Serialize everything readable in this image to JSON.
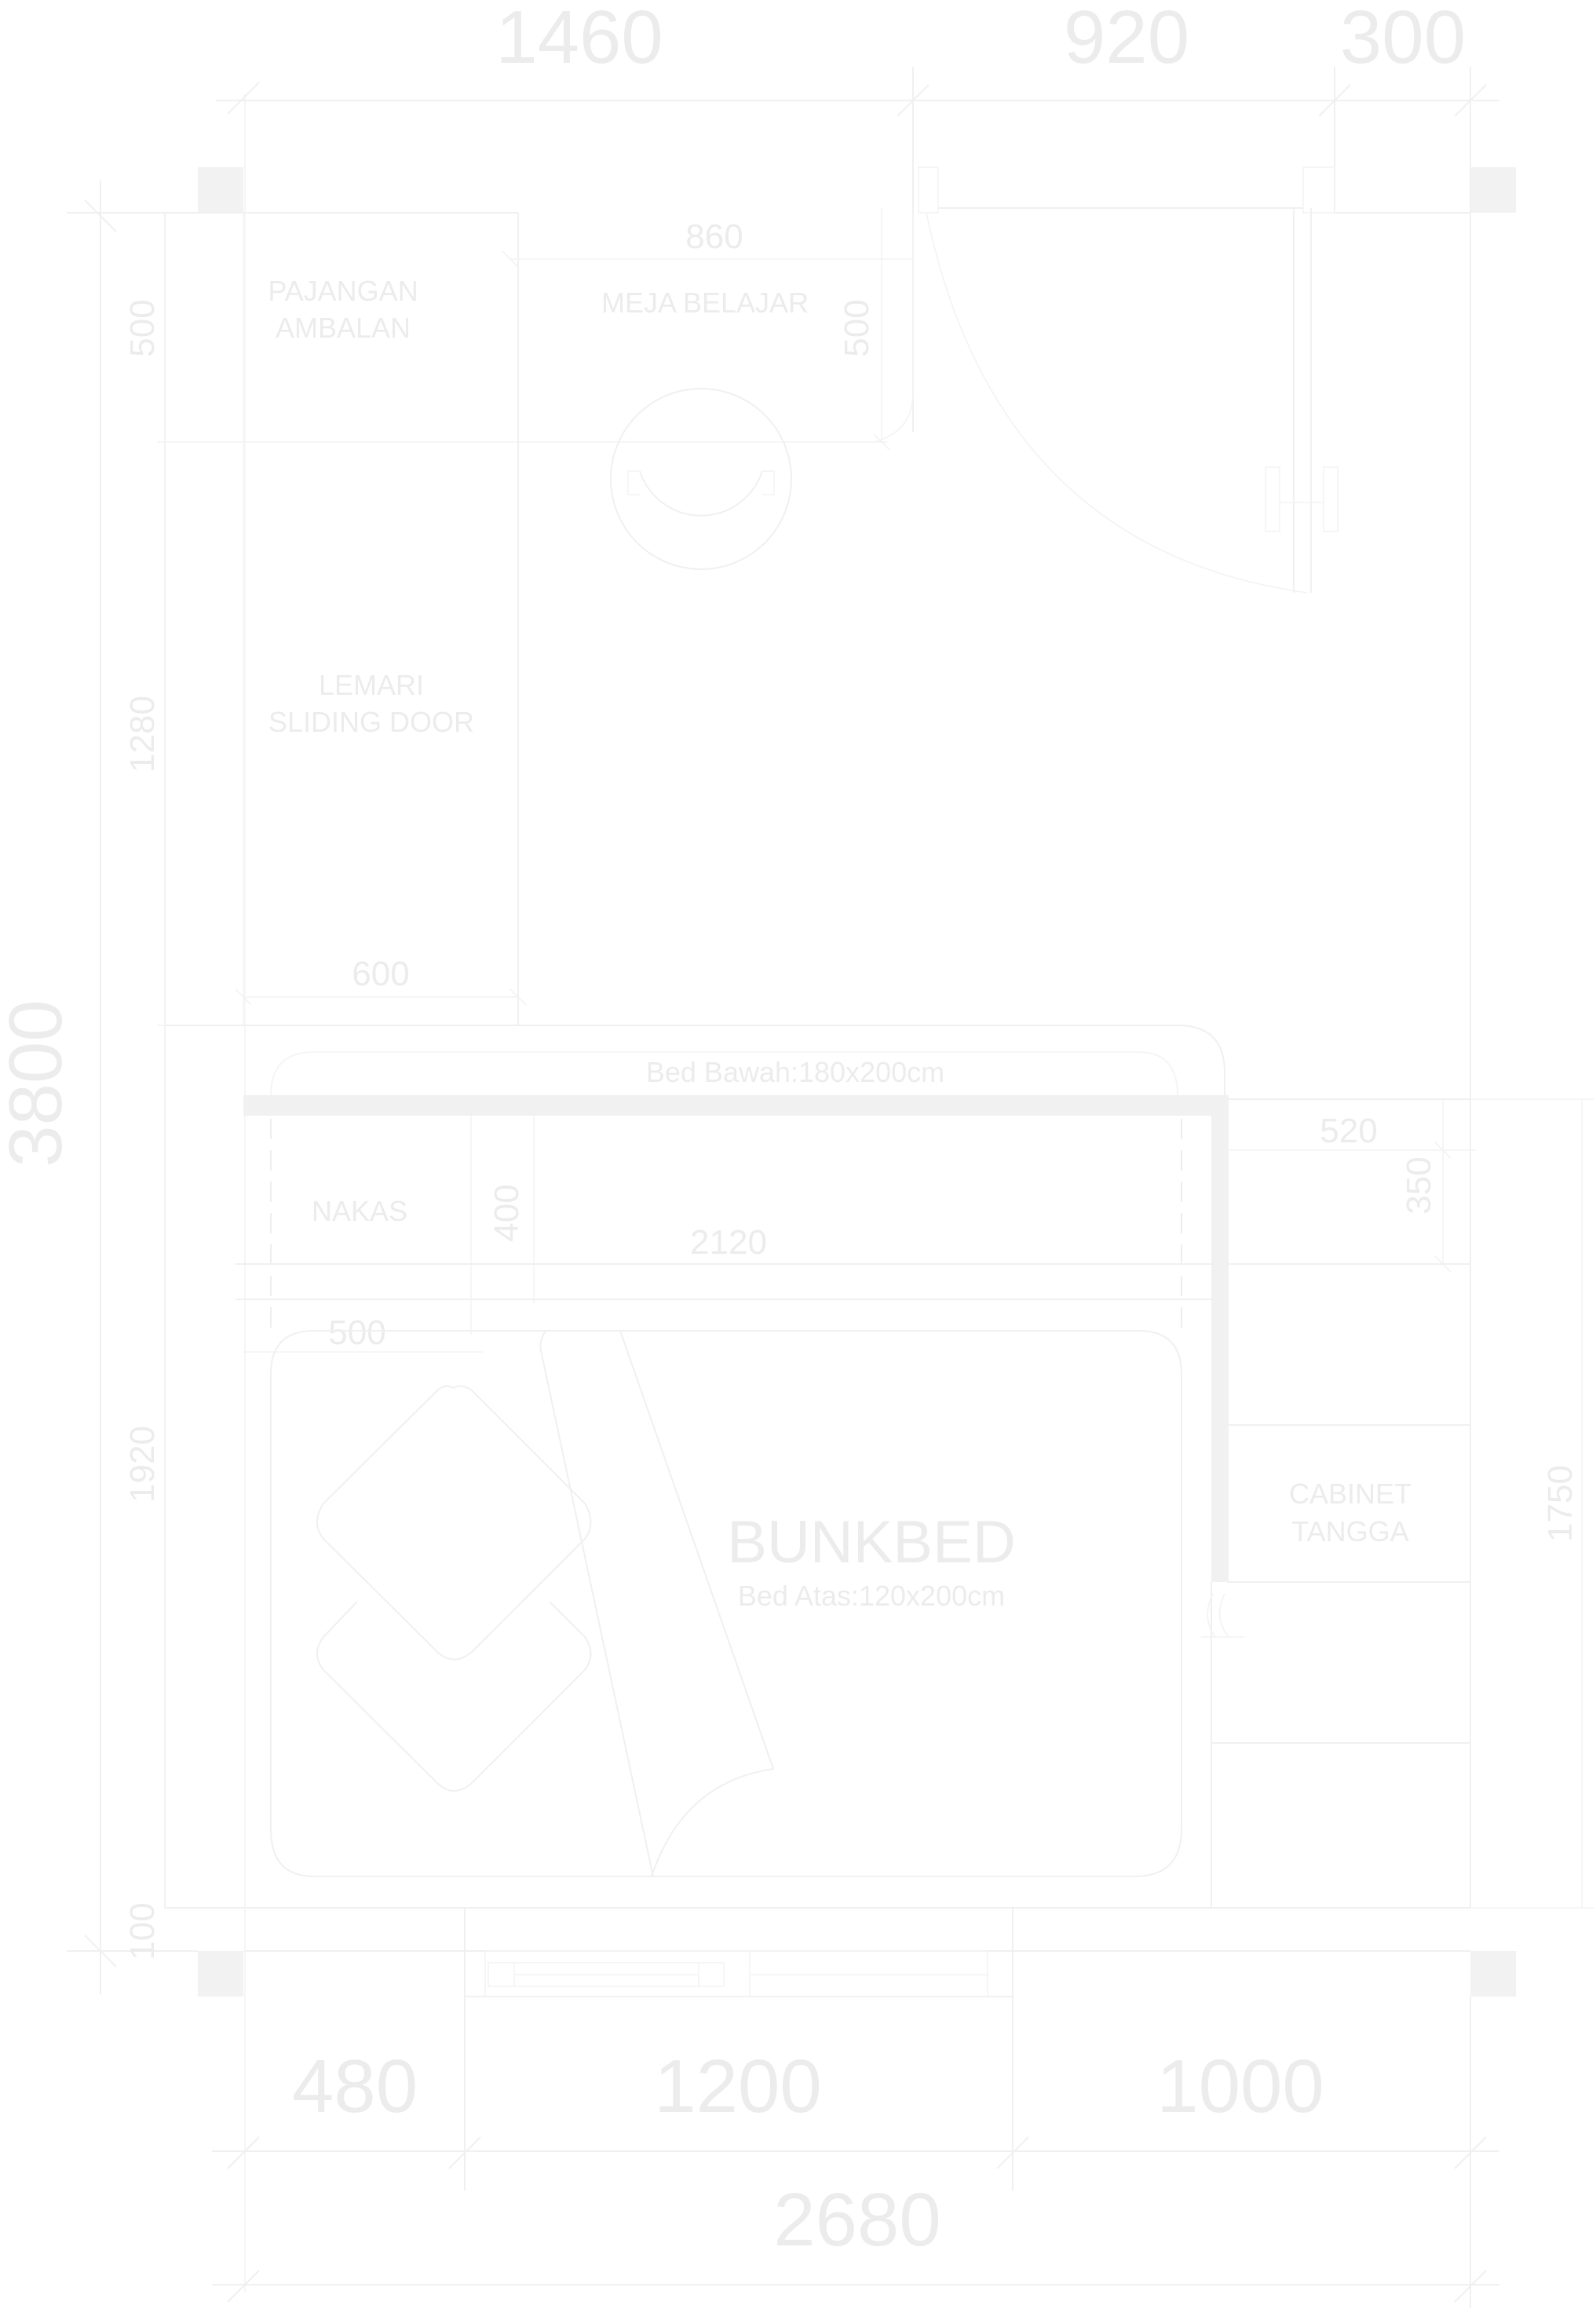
{
  "dimensions": {
    "top": [
      "1460",
      "920",
      "300"
    ],
    "bottom": [
      "480",
      "1200",
      "1000"
    ],
    "bottom_total": "2680",
    "left_total": "3800",
    "left": [
      "500",
      "1280",
      "1920",
      "100"
    ],
    "inner": {
      "desk_width": "860",
      "desk_depth": "500",
      "wardrobe_width": "600",
      "nakas_height": "400",
      "bed_length": "2120",
      "nakas_width": "500",
      "cabinet_width": "520",
      "cabinet_step": "350",
      "cabinet_height": "1750"
    }
  },
  "labels": {
    "pajangan_line1": "PAJANGAN",
    "pajangan_line2": "AMBALAN",
    "meja": "MEJA BELAJAR",
    "lemari_line1": "LEMARI",
    "lemari_line2": "SLIDING DOOR",
    "bed_bawah": "Bed Bawah:180x200cm",
    "nakas": "NAKAS",
    "bunkbed": "BUNKBED",
    "bed_atas": "Bed Atas:120x200cm",
    "cabinet_line1": "CABINET",
    "cabinet_line2": "TANGGA"
  },
  "colors": {
    "line": "#f0f0f0",
    "text": "#ececec",
    "background": "#ffffff"
  }
}
